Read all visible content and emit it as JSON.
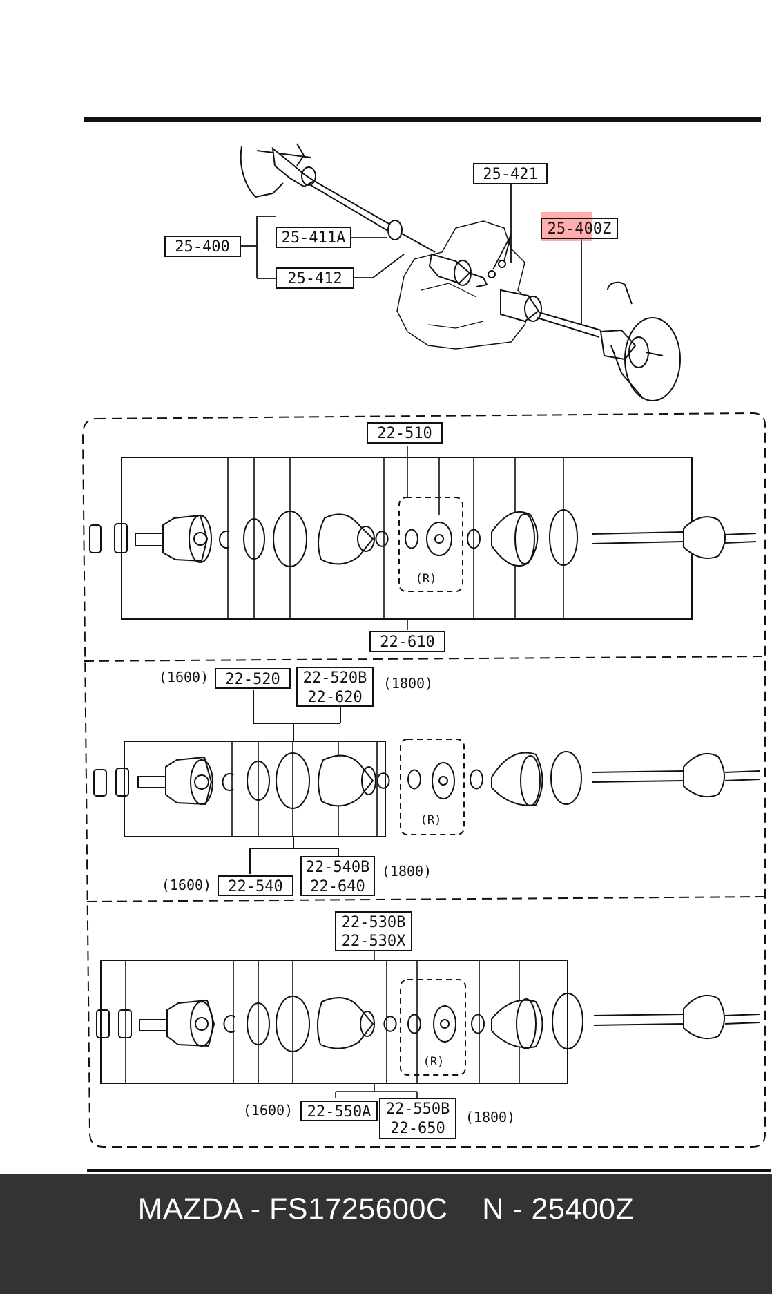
{
  "diagram": {
    "top_labels": {
      "assembly": "25-400",
      "part_411a": "25-411A",
      "part_412": "25-412",
      "part_421": "25-421",
      "part_400z": "25-400Z"
    },
    "section1": {
      "top_label": "22-510",
      "bottom_label": "22-610",
      "r_label": "(R)"
    },
    "section2": {
      "top_var_1600": "(1600)",
      "top_part_a": "22-520",
      "top_part_b1": "22-520B",
      "top_part_b2": "22-620",
      "top_var_1800": "(1800)",
      "bottom_var_1600": "(1600)",
      "bottom_part_a": "22-540",
      "bottom_part_b1": "22-540B",
      "bottom_part_b2": "22-640",
      "bottom_var_1800": "(1800)",
      "r_label": "(R)"
    },
    "section3": {
      "top_part_1": "22-530B",
      "top_part_2": "22-530X",
      "bottom_var_1600": "(1600)",
      "bottom_part_a": "22-550A",
      "bottom_part_b1": "22-550B",
      "bottom_part_b2": "22-650",
      "bottom_var_1800": "(1800)",
      "r_label": "(R)"
    },
    "highlight_color": "#ff6b6b"
  },
  "footer": {
    "text": "MAZDA - FS1725600C    N - 25400Z",
    "background": "#333333"
  }
}
